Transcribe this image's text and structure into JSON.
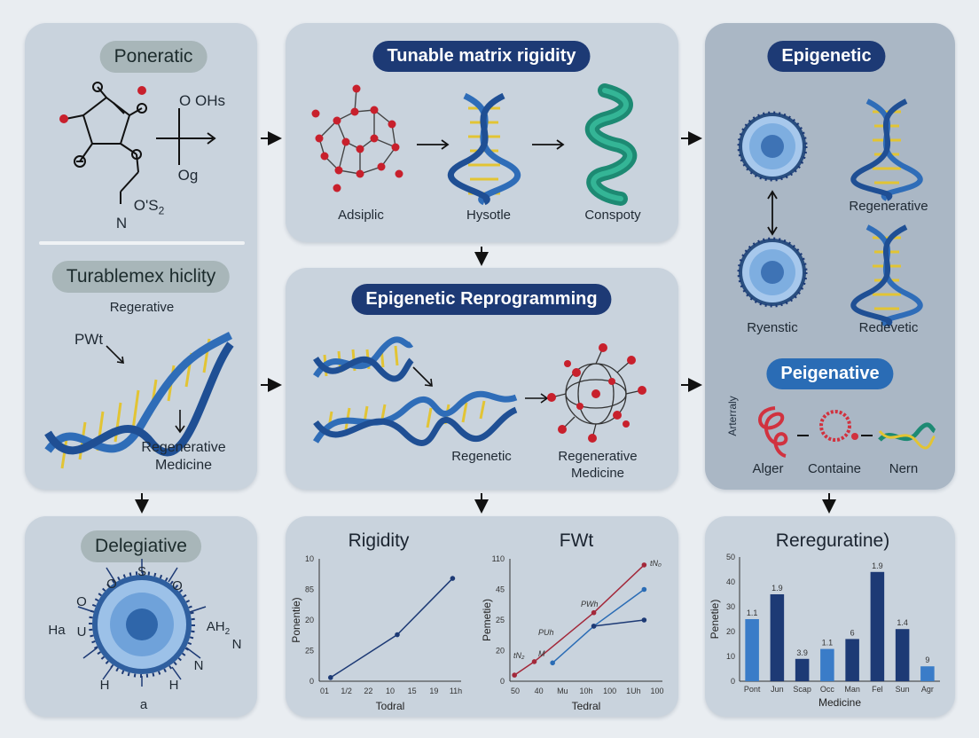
{
  "panels": {
    "top_left": {
      "title": "Poneratic",
      "formula_right_1": "O OHs",
      "formula_right_2": "Og",
      "formula_bottom_1": "O'S",
      "formula_bottom_sub": "2",
      "formula_bottom_2": "N"
    },
    "top_middle": {
      "title": "Tunable matrix rigidity",
      "labels": [
        "Adsiplic",
        "Hysotle",
        "Conspoty"
      ]
    },
    "right": {
      "title": "Epigenetic",
      "labels": [
        "Regenerative",
        "Ryenstic",
        "Redevetic"
      ],
      "subtitle": "Peigenative",
      "side_label": "Arterraly",
      "bottom_labels": [
        "Alger",
        "Containe",
        "Nern"
      ]
    },
    "middle_left": {
      "title": "Turablemex hiclity",
      "top_label": "Regerative",
      "side_label": "PWt",
      "bottom_label_1": "Regenerative",
      "bottom_label_2": "Medicine"
    },
    "middle_center": {
      "title": "Epigenetic Reprogramming",
      "label_1": "Regenetic",
      "label_2_line1": "Regenerative",
      "label_2_line2": "Medicine"
    },
    "bottom_left": {
      "title": "Delegiative",
      "atoms": {
        "o1": "O",
        "s": "S",
        "o2": "O",
        "o3": "O",
        "ha": "Ha",
        "u": "U",
        "ah": "AH",
        "ah_sub": "2",
        "n1": "N",
        "n2": "N",
        "h1": "H",
        "h2": "H",
        "a": "a"
      }
    }
  },
  "chart_data": [
    {
      "type": "line",
      "title": "Rigidity",
      "xlabel": "Todral",
      "ylabel": "Ponentie)",
      "x_ticks": [
        "01",
        "1/2",
        "22",
        "10",
        "15",
        "19",
        "11h"
      ],
      "y_ticks": [
        "0",
        "25",
        "20",
        "85",
        "10"
      ],
      "series": [
        {
          "color": "#1d3a75",
          "points": [
            [
              0.8,
              0.03
            ],
            [
              5.5,
              0.38
            ],
            [
              9.4,
              0.84
            ]
          ]
        }
      ]
    },
    {
      "type": "line",
      "title": "FWt",
      "xlabel": "Tedral",
      "ylabel": "Pemetie)",
      "x_ticks": [
        "50",
        "40",
        "Mu",
        "10h",
        "100",
        "1Uh",
        "100"
      ],
      "y_ticks": [
        "0",
        "20",
        "25",
        "45",
        "110"
      ],
      "annotations": [
        "tN₀",
        "PWh",
        "PUh",
        "tN₂",
        "M"
      ],
      "series": [
        {
          "color": "#a3283a",
          "points": [
            [
              0.3,
              0.05
            ],
            [
              1.6,
              0.16
            ],
            [
              5.5,
              0.56
            ],
            [
              8.8,
              0.95
            ]
          ]
        },
        {
          "color": "#2a6cb5",
          "points": [
            [
              2.8,
              0.15
            ],
            [
              5.5,
              0.45
            ],
            [
              8.8,
              0.75
            ]
          ]
        },
        {
          "color": "#1d3a75",
          "points": [
            [
              5.5,
              0.45
            ],
            [
              8.8,
              0.5
            ]
          ]
        }
      ]
    },
    {
      "type": "bar",
      "title": "Rereguratine)",
      "xlabel": "Medicine",
      "ylabel": "Penetie)",
      "ylim": [
        0,
        50
      ],
      "y_ticks": [
        "0",
        "10",
        "20",
        "30",
        "40",
        "50"
      ],
      "categories": [
        "Pont",
        "Jun",
        "Scap",
        "Occ",
        "Man",
        "Fel",
        "Sun",
        "Agr"
      ],
      "values": [
        25,
        35,
        9,
        13,
        17,
        44,
        21,
        6
      ],
      "bar_labels": [
        "1.1",
        "1.9",
        "3.9",
        "1.1",
        "6",
        "1.9",
        "1.4",
        "9"
      ],
      "colors": [
        "#3a7cc8",
        "#1d3a75",
        "#1d3a75",
        "#3a7cc8",
        "#1d3a75",
        "#1d3a75",
        "#1d3a75",
        "#3a7cc8"
      ]
    }
  ]
}
